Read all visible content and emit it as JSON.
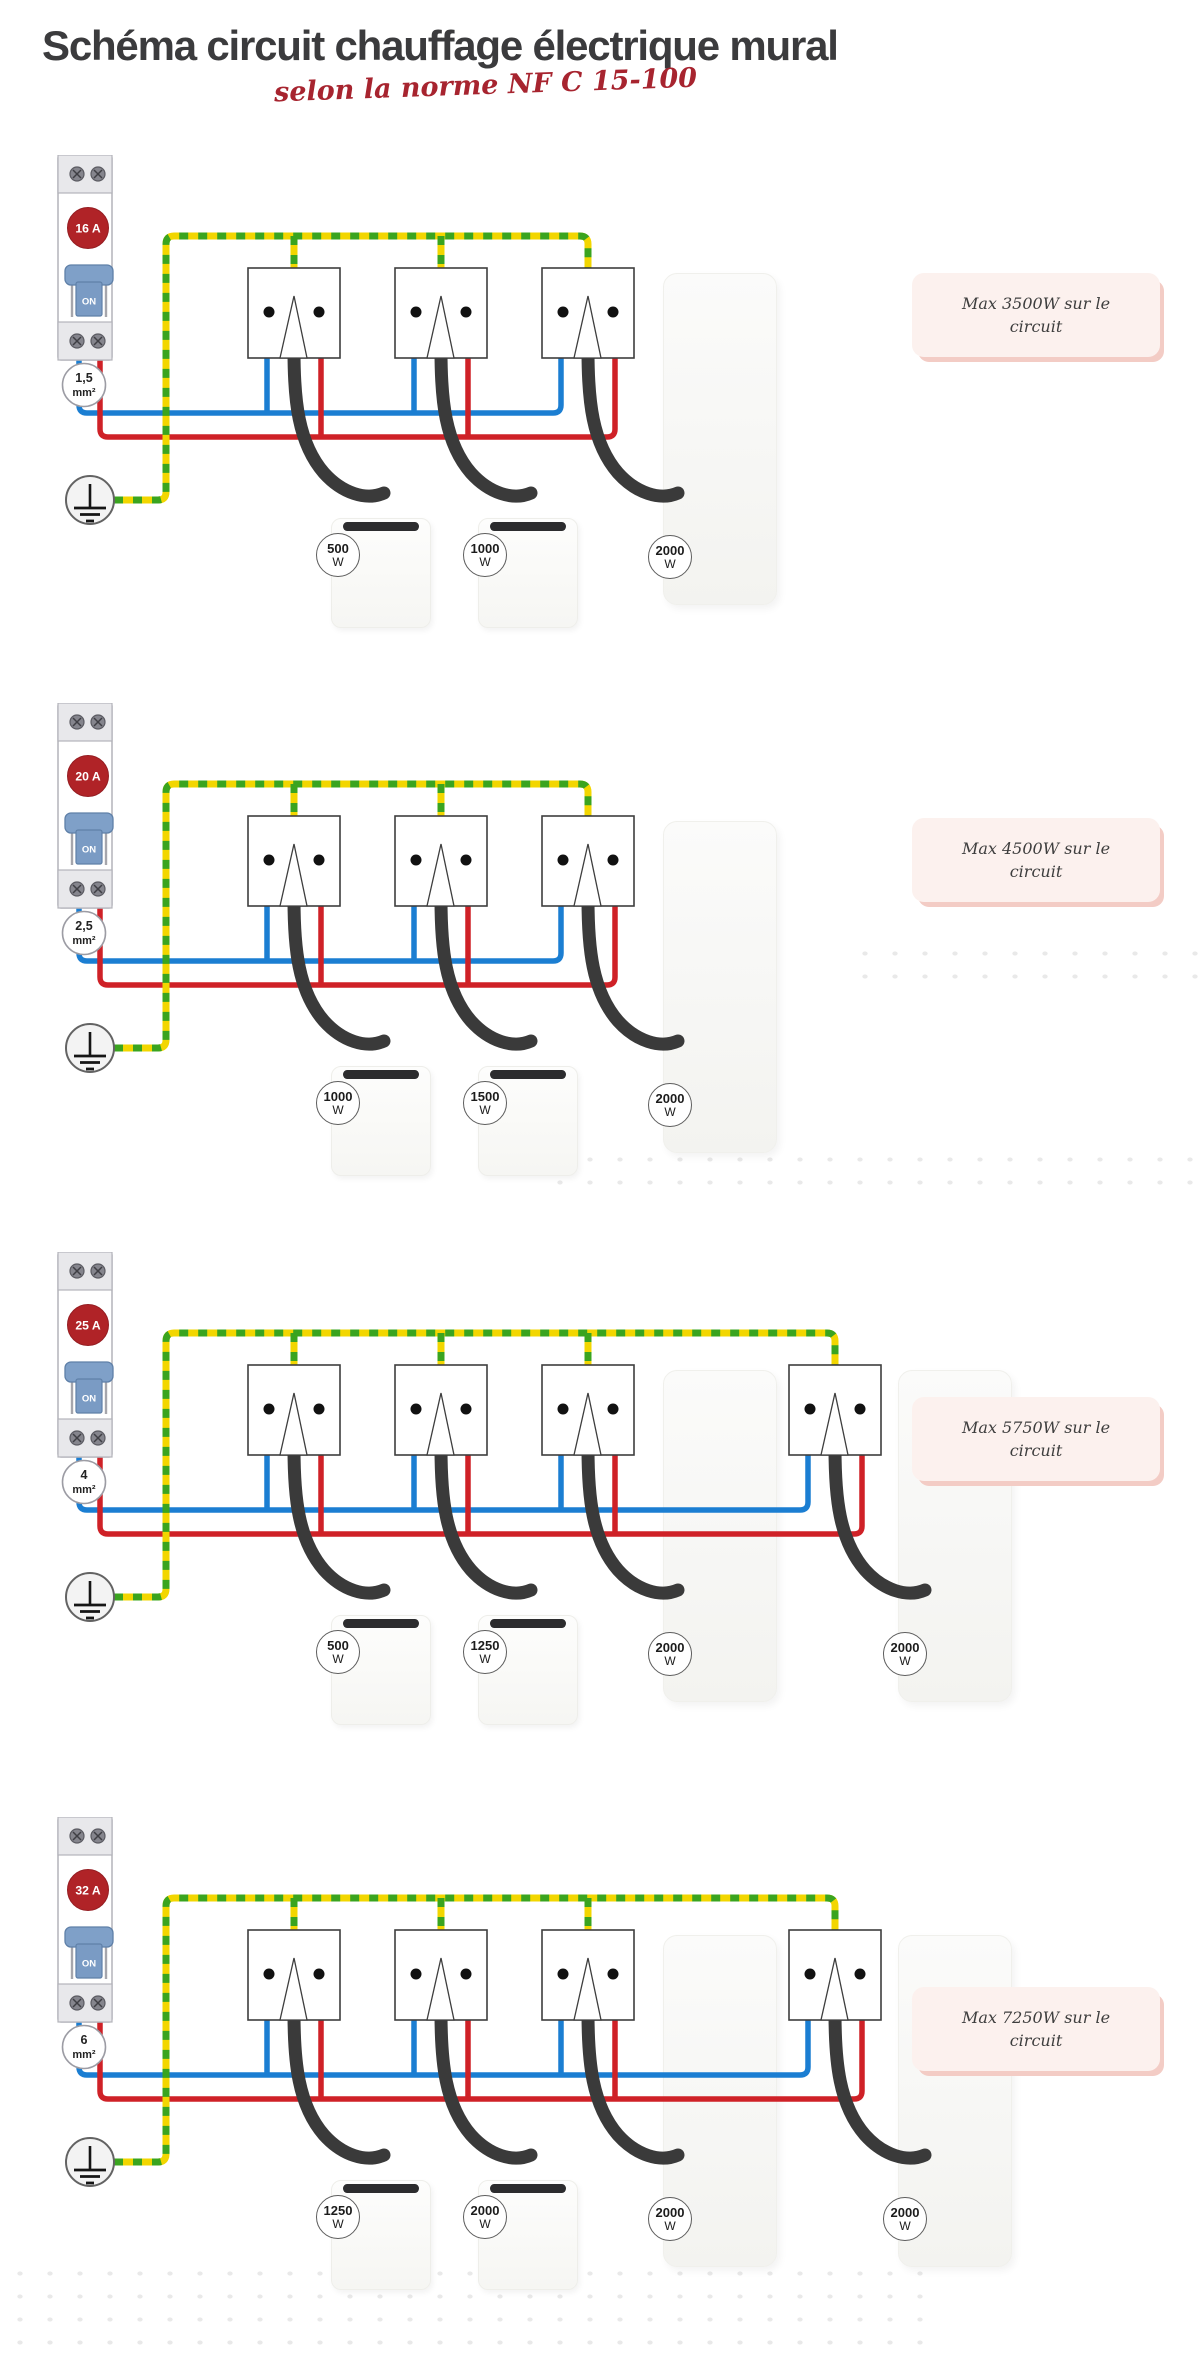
{
  "page": {
    "title": "Schéma circuit chauffage électrique mural",
    "subtitle": "selon la norme NF C 15-100"
  },
  "colors": {
    "title_text": "#3b3b3d",
    "subtitle_red": "#a7242f",
    "breaker_amp_red": "#b02327",
    "breaker_body": "#ffffff",
    "breaker_caps": "#e8e8eb",
    "switch_blue": "#7fa0c8",
    "switch_stem_blue": "#7a9bc4",
    "wire_neutral_blue": "#1b7ed2",
    "wire_phase_red": "#cf2127",
    "earth_yellow": "#f2d600",
    "earth_green": "#3aa41f",
    "cable_dark": "#3a3a3a",
    "socket_outline": "#3e3e3e",
    "note_bg": "#fcf1ee",
    "note_shadow": "#f3ccc5"
  },
  "sections": [
    {
      "breaker_rating": "16 A",
      "switch_label": "ON",
      "wire_size": "1,5",
      "wire_size_unit": "mm²",
      "socket_count": 3,
      "max_note": "Max 3500W sur le circuit",
      "heaters": [
        {
          "type": "small",
          "power": "500",
          "unit": "W"
        },
        {
          "type": "small",
          "power": "1000",
          "unit": "W"
        },
        {
          "type": "tall",
          "power": "2000",
          "unit": "W"
        }
      ]
    },
    {
      "breaker_rating": "20 A",
      "switch_label": "ON",
      "wire_size": "2,5",
      "wire_size_unit": "mm²",
      "socket_count": 3,
      "max_note": "Max 4500W sur le circuit",
      "heaters": [
        {
          "type": "small",
          "power": "1000",
          "unit": "W"
        },
        {
          "type": "small",
          "power": "1500",
          "unit": "W"
        },
        {
          "type": "tall",
          "power": "2000",
          "unit": "W"
        }
      ]
    },
    {
      "breaker_rating": "25 A",
      "switch_label": "ON",
      "wire_size": "4",
      "wire_size_unit": "mm²",
      "socket_count": 4,
      "max_note": "Max 5750W sur le circuit",
      "heaters": [
        {
          "type": "small",
          "power": "500",
          "unit": "W"
        },
        {
          "type": "small",
          "power": "1250",
          "unit": "W"
        },
        {
          "type": "tall",
          "power": "2000",
          "unit": "W"
        },
        {
          "type": "tall",
          "power": "2000",
          "unit": "W"
        }
      ]
    },
    {
      "breaker_rating": "32 A",
      "switch_label": "ON",
      "wire_size": "6",
      "wire_size_unit": "mm²",
      "socket_count": 4,
      "max_note": "Max 7250W sur le circuit",
      "heaters": [
        {
          "type": "small",
          "power": "1250",
          "unit": "W"
        },
        {
          "type": "small",
          "power": "2000",
          "unit": "W"
        },
        {
          "type": "tall",
          "power": "2000",
          "unit": "W"
        },
        {
          "type": "tall",
          "power": "2000",
          "unit": "W"
        }
      ]
    }
  ]
}
